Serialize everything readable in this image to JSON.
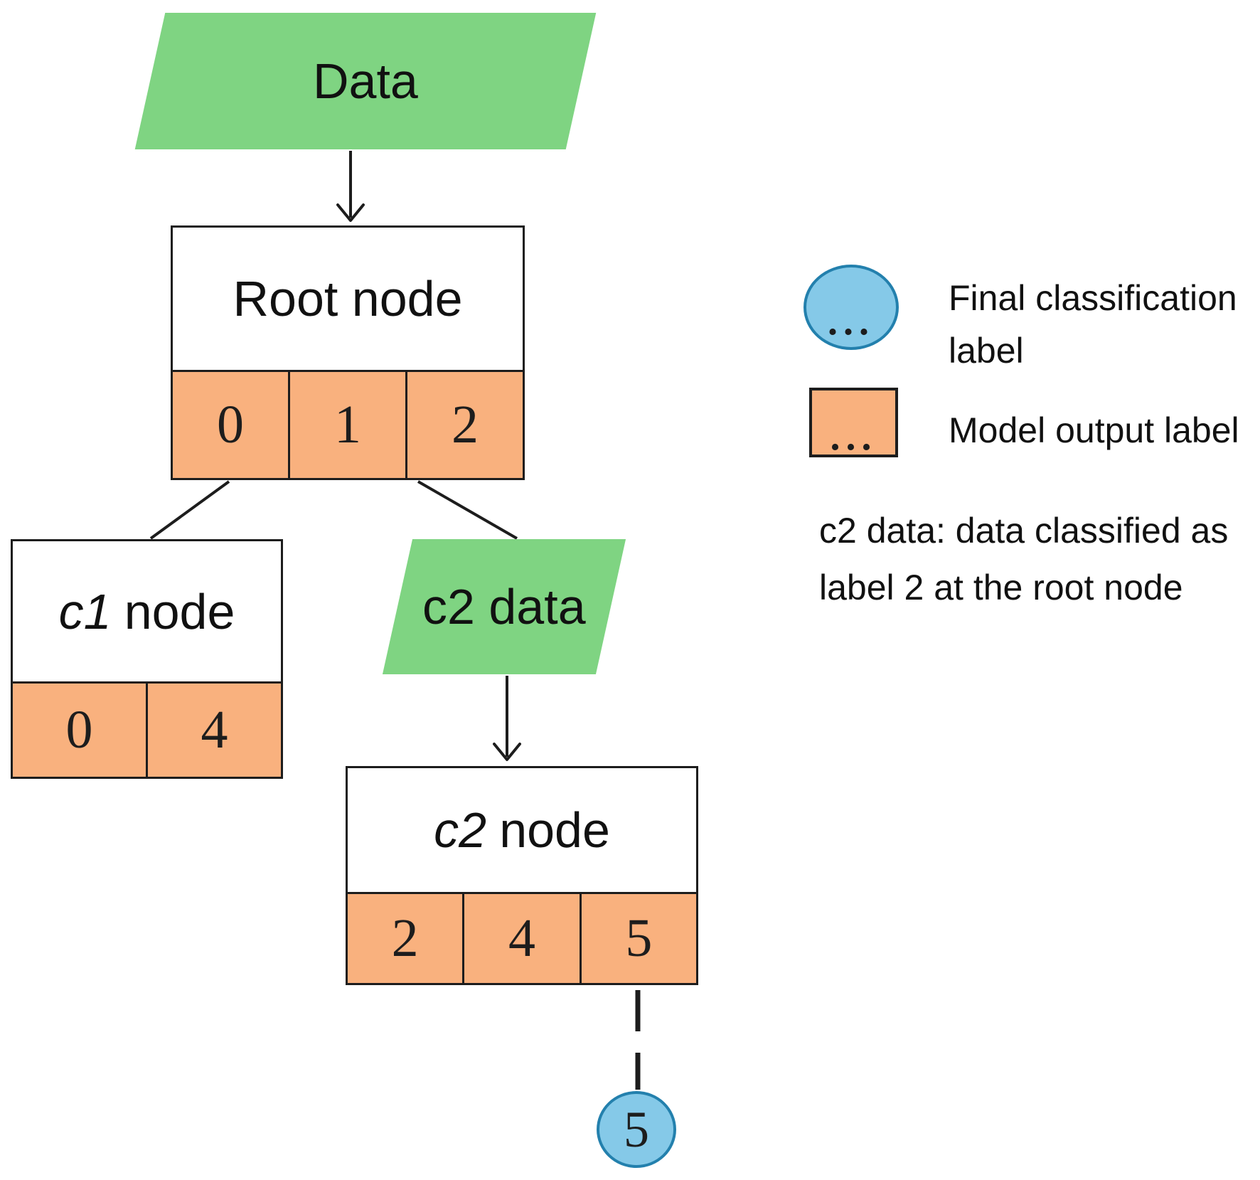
{
  "colors": {
    "green": "#7FD482",
    "orange": "#F9B17E",
    "blue": "#85C9E8",
    "blue_border": "#2380AD",
    "line": "#1D1D1D"
  },
  "diagram": {
    "data_input": {
      "label": "Data"
    },
    "root_node": {
      "title": "Root node",
      "cells": [
        "0",
        "1",
        "2"
      ]
    },
    "c1_node": {
      "title_prefix": "c1",
      "title_suffix": "node",
      "cells": [
        "0",
        "4"
      ]
    },
    "c2_data": {
      "label": "c2 data"
    },
    "c2_node": {
      "title_prefix": "c2",
      "title_suffix": "node",
      "cells": [
        "2",
        "4",
        "5"
      ]
    },
    "final_label": {
      "value": "5"
    }
  },
  "legend": {
    "final_classification": {
      "symbol_dots": "...",
      "label_lines": [
        "Final classification",
        "label"
      ]
    },
    "model_output": {
      "symbol_dots": "...",
      "label": "Model output label"
    },
    "note_lines": [
      "c2 data: data classified as",
      "label 2 at the root node"
    ]
  }
}
